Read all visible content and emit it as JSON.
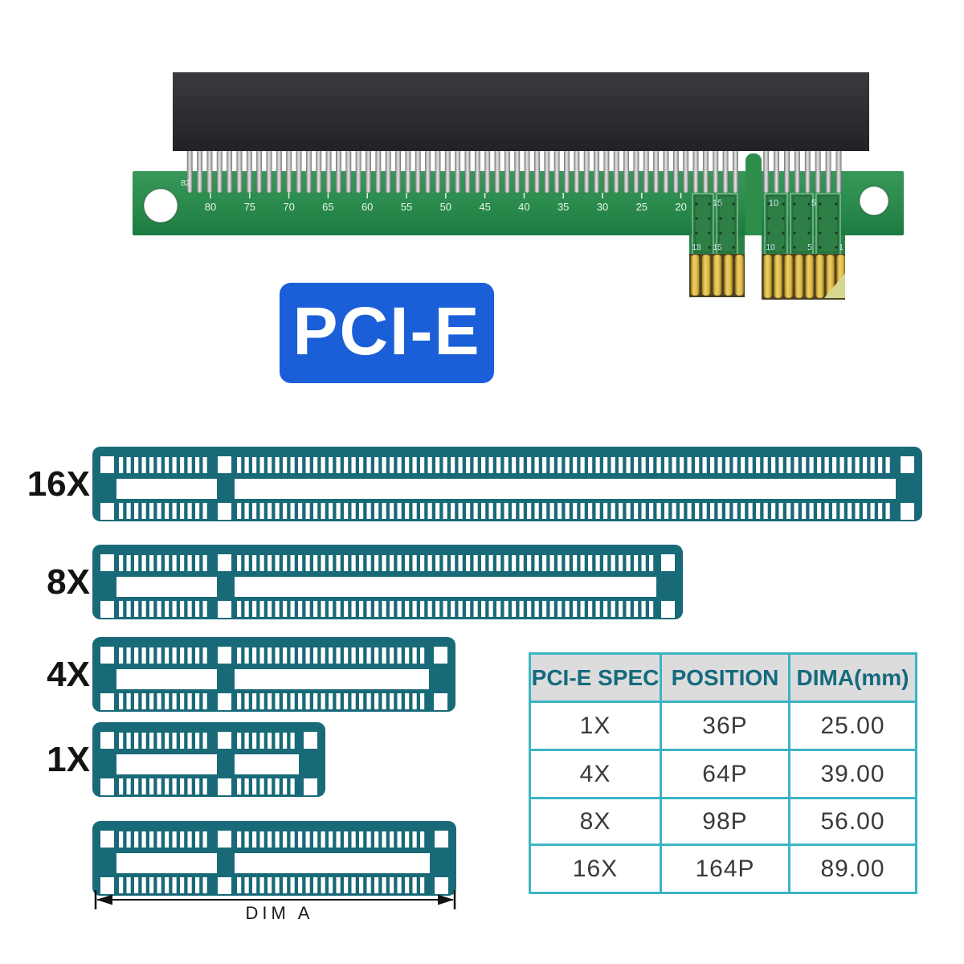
{
  "product": {
    "badge_label": "PCI-E",
    "board": {
      "corner_number": "82",
      "ruler_numbers": [
        "80",
        "75",
        "70",
        "65",
        "60",
        "55",
        "50",
        "45",
        "40",
        "35",
        "30",
        "25",
        "20"
      ],
      "tab_top_numbers": [
        "15",
        "10",
        "5"
      ],
      "tab_bottom_numbers": [
        "18",
        "15",
        "10",
        "5",
        "1"
      ]
    }
  },
  "diagram": {
    "slots": [
      {
        "label": "16X",
        "length": 1033
      },
      {
        "label": "8X",
        "length": 735
      },
      {
        "label": "4X",
        "length": 452
      },
      {
        "label": "1X",
        "length": 290
      },
      {
        "label": "",
        "length": 453,
        "show_dim": true
      }
    ],
    "dim_label": "DIM A"
  },
  "table": {
    "headers": [
      "PCI-E SPEC",
      "POSITION",
      "DIMA(mm)"
    ],
    "rows": [
      [
        "1X",
        "36P",
        "25.00"
      ],
      [
        "4X",
        "64P",
        "39.00"
      ],
      [
        "8X",
        "98P",
        "56.00"
      ],
      [
        "16X",
        "164P",
        "89.00"
      ]
    ]
  },
  "colors": {
    "slot_teal": "#196a78",
    "table_border": "#3cb4c4",
    "header_bg": "#dcdcdc",
    "header_text": "#156a7e",
    "cell_text": "#3a3a3a",
    "badge_blue": "#1a5fd8",
    "pcb_green": "#2e8f4d",
    "connector_black": "#28282b",
    "gold": "#d8b04a",
    "pin_silver": "#c8c8c8",
    "silkscreen_text": "#cde9f2",
    "ruler_text": "#e9f5ef",
    "dim_line": "#111111",
    "slot_label_text": "#141414"
  }
}
